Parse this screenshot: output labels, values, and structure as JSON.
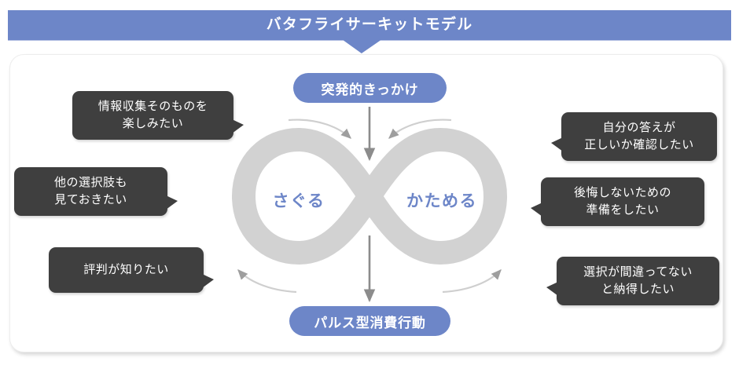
{
  "header": {
    "title": "バタフライサーキットモデル",
    "bg_color": "#6d86c8",
    "text_color": "#ffffff"
  },
  "diagram": {
    "loop": {
      "color": "#d2d2d2",
      "left_label": "さぐる",
      "right_label": "かためる",
      "label_color": "#6d86c8"
    },
    "badges": {
      "top": "突発的きっかけ",
      "bottom": "パルス型消費行動",
      "color": "#6d86c8"
    },
    "arrow_color": "#9e9e9e"
  },
  "bubbles": {
    "style": {
      "bg_color": "#3f3f3f",
      "text_color": "#ffffff"
    },
    "left": [
      {
        "text": "情報収集そのものを\n楽しみたい"
      },
      {
        "text": "他の選択肢も\n見ておきたい"
      },
      {
        "text": "評判が知りたい"
      }
    ],
    "right": [
      {
        "text": "自分の答えが\n正しいか確認したい"
      },
      {
        "text": "後悔しないための\n準備をしたい"
      },
      {
        "text": "選択が間違ってない\nと納得したい"
      }
    ]
  }
}
